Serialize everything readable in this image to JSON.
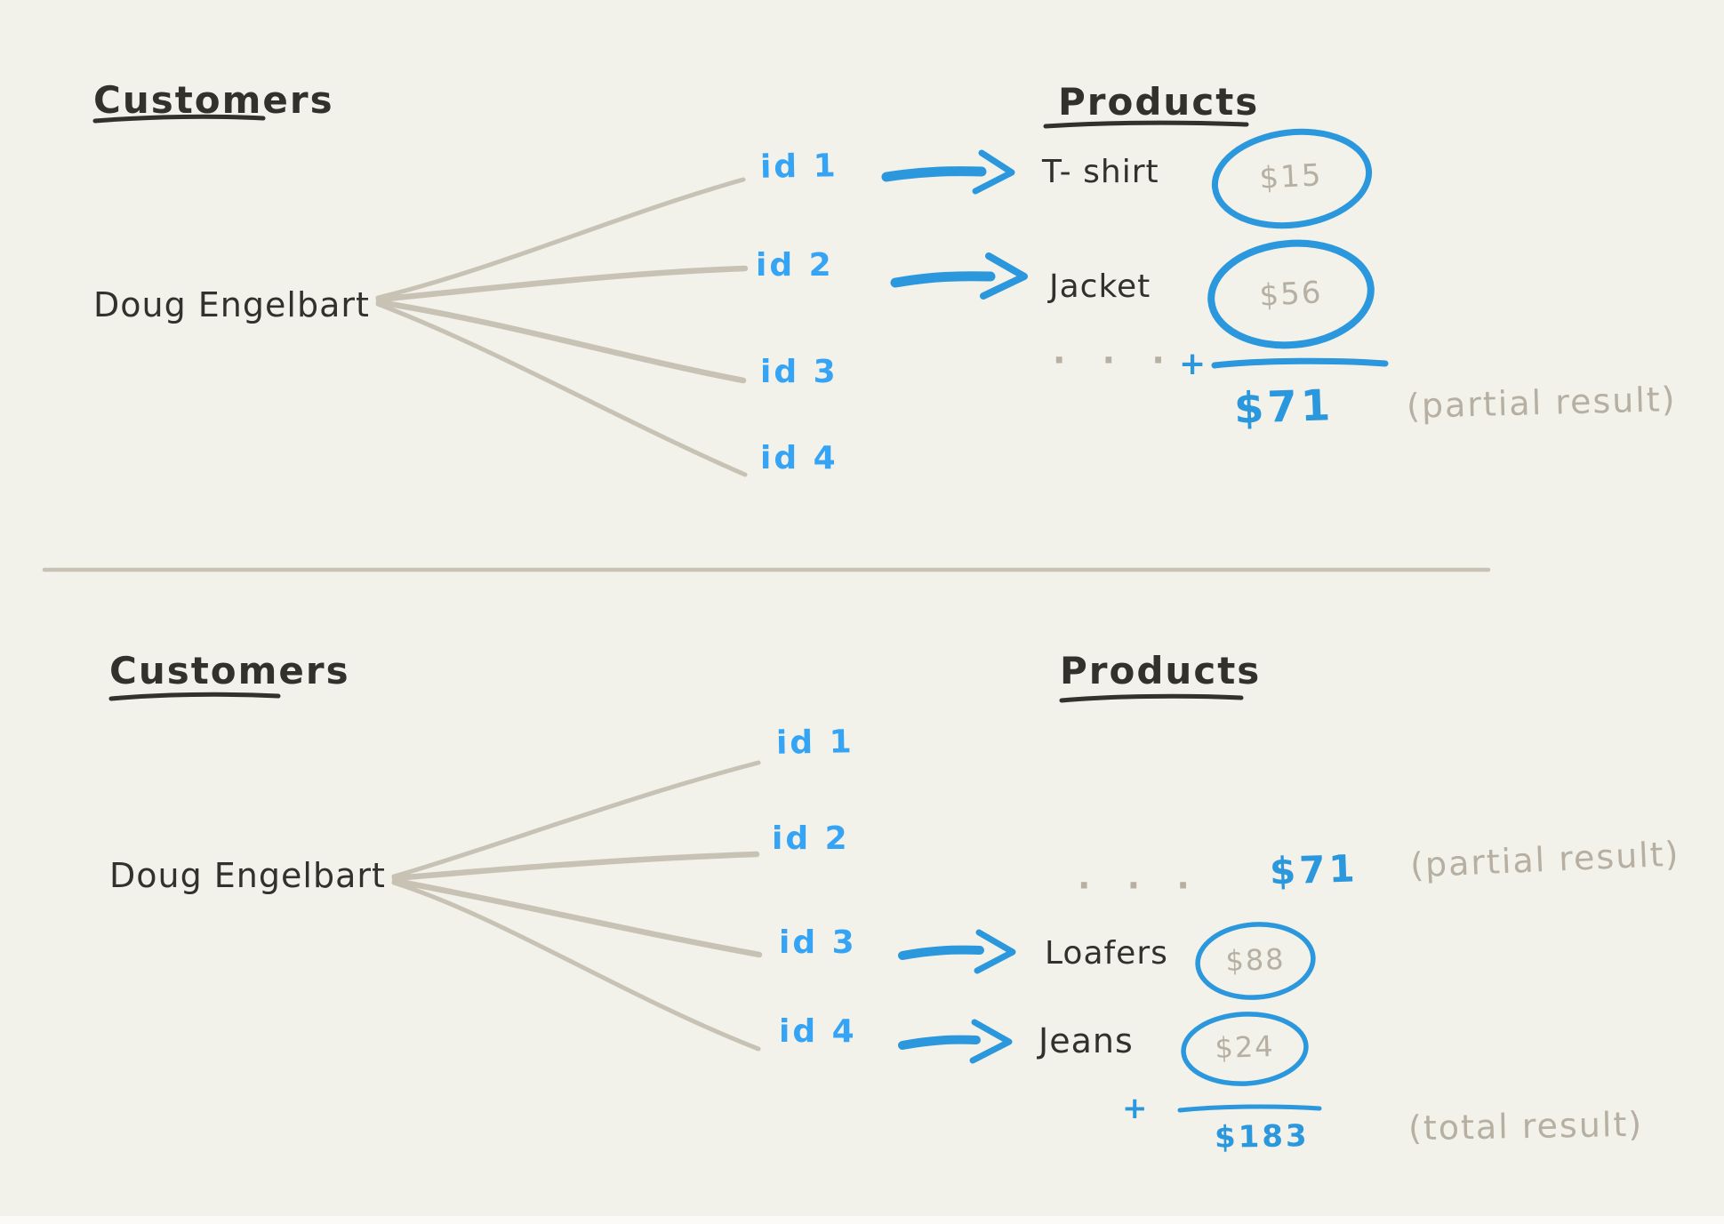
{
  "theme": {
    "bg": "#f2f1ea",
    "ink": "#32312c",
    "blue": "#2b97dd",
    "blue_bright": "#35a4f5",
    "gray_stroke": "#c8c2b5",
    "gray_text": "#b6afa2"
  },
  "top": {
    "customers_heading": "Customers",
    "customer_name": "Doug Engelbart",
    "products_heading": "Products",
    "ids": [
      "id 1",
      "id 2",
      "id 3",
      "id 4"
    ],
    "products": [
      {
        "name": "T- shirt",
        "price": "$15"
      },
      {
        "name": "Jacket",
        "price": "$56"
      }
    ],
    "ellipsis": "· · ·",
    "plus": "+",
    "sum": "$71",
    "note": "(partial result)"
  },
  "bottom": {
    "customers_heading": "Customers",
    "customer_name": "Doug Engelbart",
    "products_heading": "Products",
    "ids": [
      "id 1",
      "id 2",
      "id 3",
      "id 4"
    ],
    "carried": {
      "ellipsis": "· · ·",
      "sum": "$71",
      "note": "(partial result)"
    },
    "products": [
      {
        "name": "Loafers",
        "price": "$88"
      },
      {
        "name": "Jeans",
        "price": "$24"
      }
    ],
    "plus": "+",
    "sum": "$183",
    "note": "(total result)"
  }
}
